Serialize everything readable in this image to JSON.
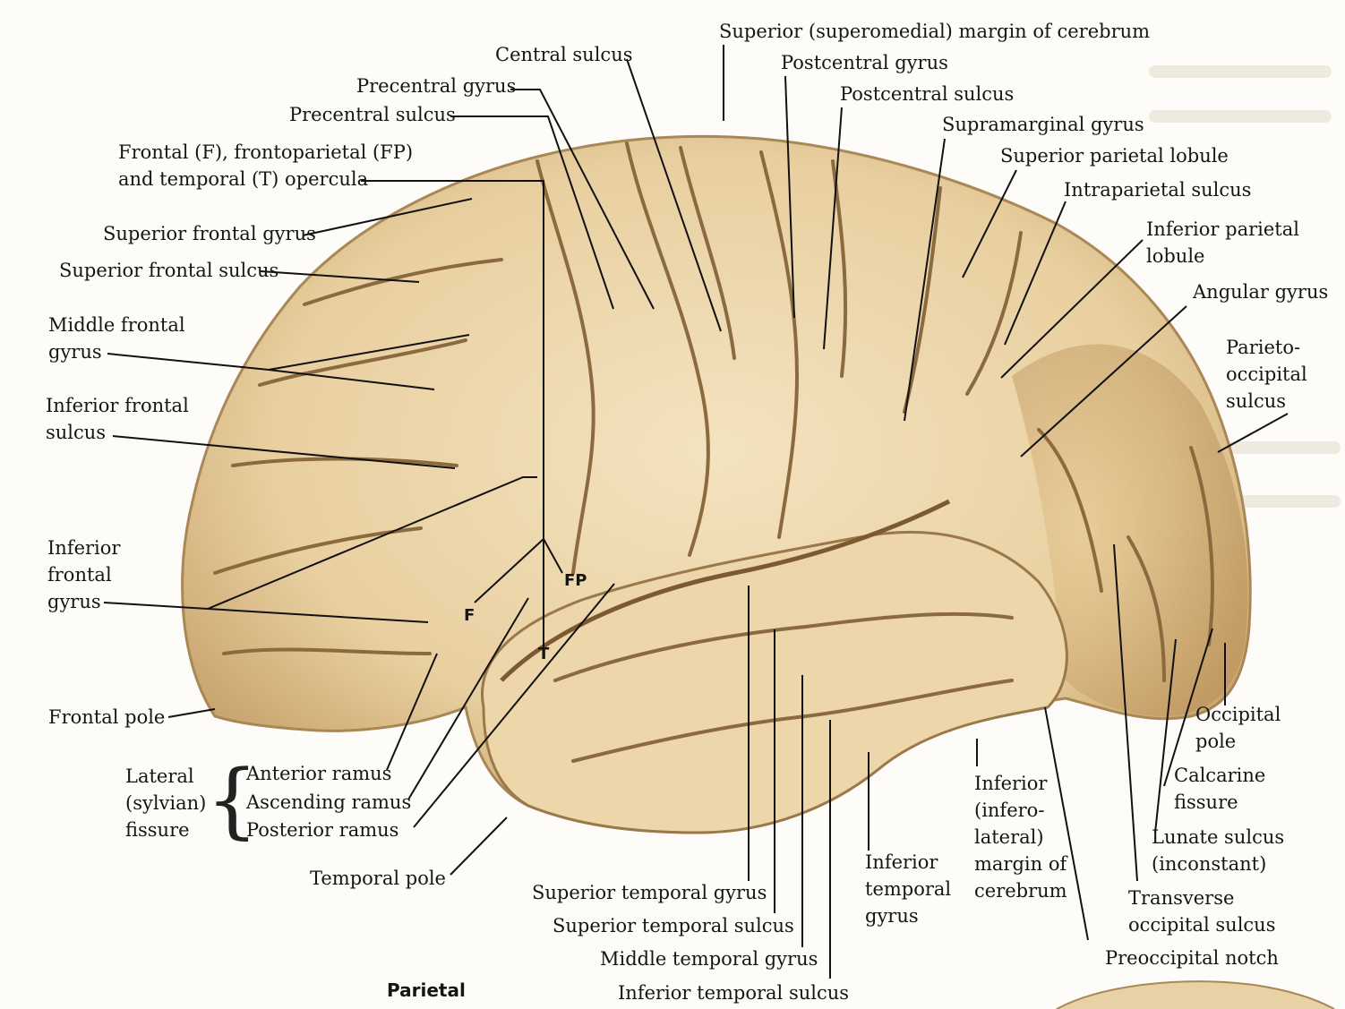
{
  "labels": {
    "central_sulcus": "Central sulcus",
    "superior_margin": "Superior (superomedial) margin of cerebrum",
    "postcentral_gyrus": "Postcentral gyrus",
    "precentral_gyrus": "Precentral gyrus",
    "postcentral_sulcus": "Postcentral sulcus",
    "precentral_sulcus": "Precentral sulcus",
    "supramarginal_gyrus": "Supramarginal gyrus",
    "opercula": "Frontal (F), frontoparietal (FP)\nand temporal (T) opercula",
    "superior_parietal_lobule": "Superior parietal lobule",
    "intraparietal_sulcus": "Intraparietal sulcus",
    "superior_frontal_gyrus": "Superior frontal gyrus",
    "inferior_parietal_lobule": "Inferior parietal\nlobule",
    "superior_frontal_sulcus": "Superior frontal sulcus",
    "angular_gyrus": "Angular gyrus",
    "middle_frontal_gyrus": "Middle frontal\ngyrus",
    "parieto_occipital_sulcus": "Parieto-\noccipital\nsulcus",
    "inferior_frontal_sulcus": "Inferior frontal\nsulcus",
    "inferior_frontal_gyrus": "Inferior\nfrontal\ngyrus",
    "fp": "FP",
    "f": "F",
    "t": "T",
    "frontal_pole": "Frontal pole",
    "occipital_pole": "Occipital\npole",
    "lateral_fissure": "Lateral\n(sylvian)\nfissure",
    "anterior_ramus": "Anterior ramus",
    "ascending_ramus": "Ascending ramus",
    "posterior_ramus": "Posterior ramus",
    "calcarine_fissure": "Calcarine\nfissure",
    "inferior_margin": "Inferior\n(infero-\nlateral)\nmargin of\ncerebrum",
    "lunate_sulcus": "Lunate sulcus\n(inconstant)",
    "inferior_temporal_gyrus": "Inferior\ntemporal\ngyrus",
    "temporal_pole": "Temporal pole",
    "transverse_occipital_sulcus": "Transverse\noccipital sulcus",
    "superior_temporal_gyrus": "Superior temporal gyrus",
    "superior_temporal_sulcus": "Superior temporal sulcus",
    "middle_temporal_gyrus": "Middle temporal gyrus",
    "preoccipital_notch": "Preoccipital notch",
    "inferior_temporal_sulcus": "Inferior temporal sulcus",
    "parietal": "Parietal"
  },
  "colors": {
    "brain_fill": "#ead3a6",
    "brain_shadow": "#c9a56f",
    "sulcus": "#8a6a3e",
    "leader": "#111111"
  }
}
